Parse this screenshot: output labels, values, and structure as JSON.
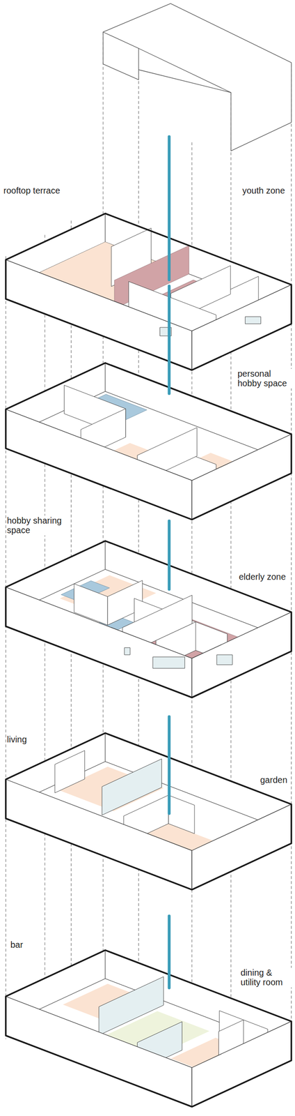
{
  "diagram": {
    "labels": [
      "rooftop terrace",
      "youth zone",
      "personal hobby space",
      "hobby sharing space",
      "elderly zone",
      "living",
      "garden",
      "bar",
      "dining & utility room"
    ]
  }
}
